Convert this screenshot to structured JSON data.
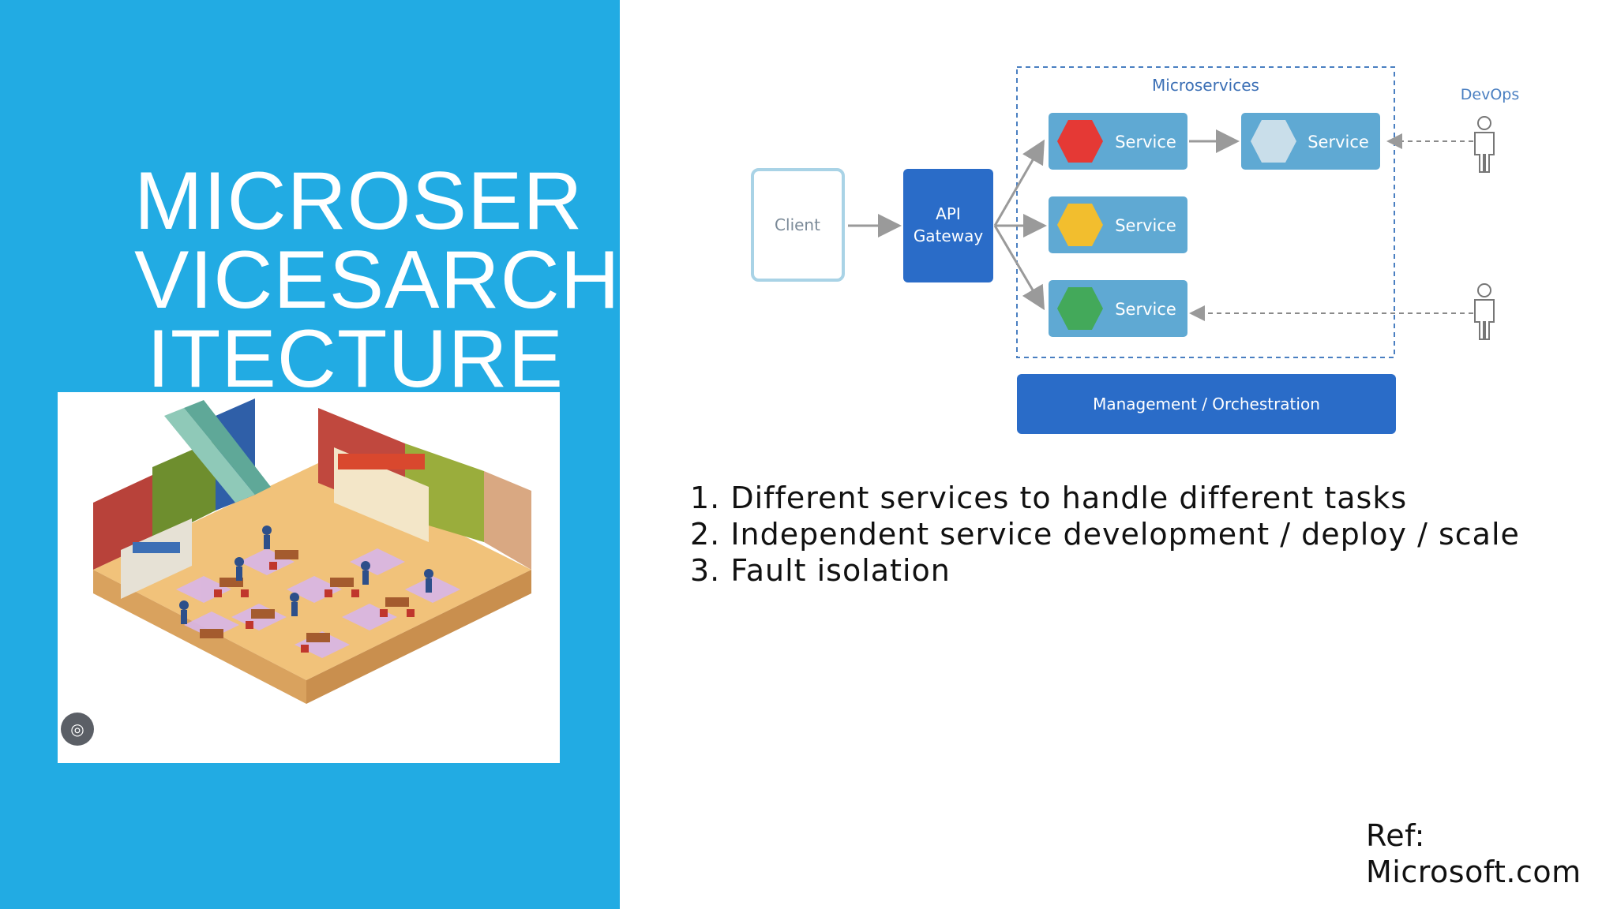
{
  "slide": {
    "title_lines": [
      "MICROSER",
      "VICESARCH",
      "ITECTURE"
    ],
    "bullets": [
      "1. Different services to handle different tasks",
      "2. Independent service development / deploy / scale",
      "3. Fault isolation"
    ],
    "ref_line1": "Ref:",
    "ref_line2": "Microsoft.com",
    "colors": {
      "left_panel": "#22ABE3",
      "api_gateway": "#2A6CC8",
      "service_box": "#5FA9D3",
      "management_bar": "#2A6CC8",
      "hex_red": "#E53935",
      "hex_light": "#C9DEEA",
      "hex_yellow": "#F2BE2E",
      "hex_green": "#43A95A"
    }
  },
  "diagram": {
    "client_label": "Client",
    "api_gateway_line1": "API",
    "api_gateway_line2": "Gateway",
    "microservices_label": "Microservices",
    "services": [
      "Service",
      "Service",
      "Service",
      "Service"
    ],
    "management_label": "Management / Orchestration",
    "devops_label": "DevOps"
  },
  "photo": {
    "icon": "lens-icon"
  }
}
